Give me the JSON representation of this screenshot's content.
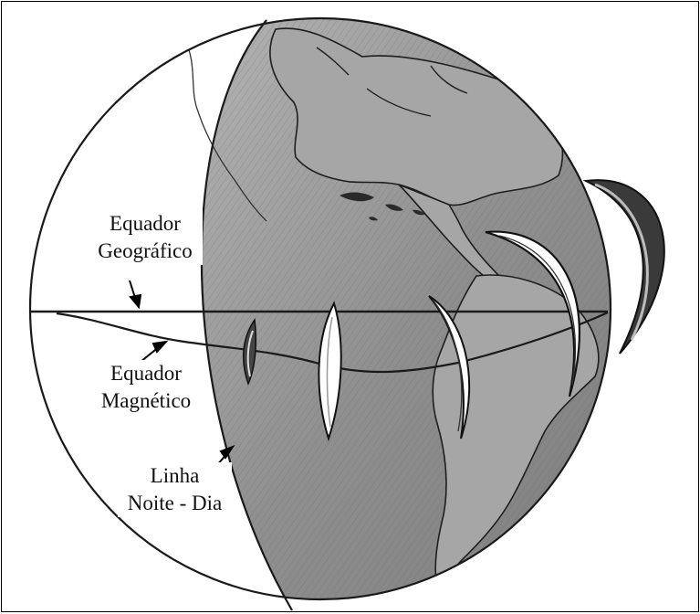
{
  "labels": {
    "geo_equator": [
      "Equador",
      "Geográfico"
    ],
    "mag_equator": [
      "Equador",
      "Magnético"
    ],
    "terminator": [
      "Linha",
      "Noite - Dia"
    ]
  },
  "colors": {
    "background": "#ffffff",
    "night_shade": "#9a9a9a",
    "outline": "#1a1a1a",
    "crescent_fill": "#ffffff"
  }
}
